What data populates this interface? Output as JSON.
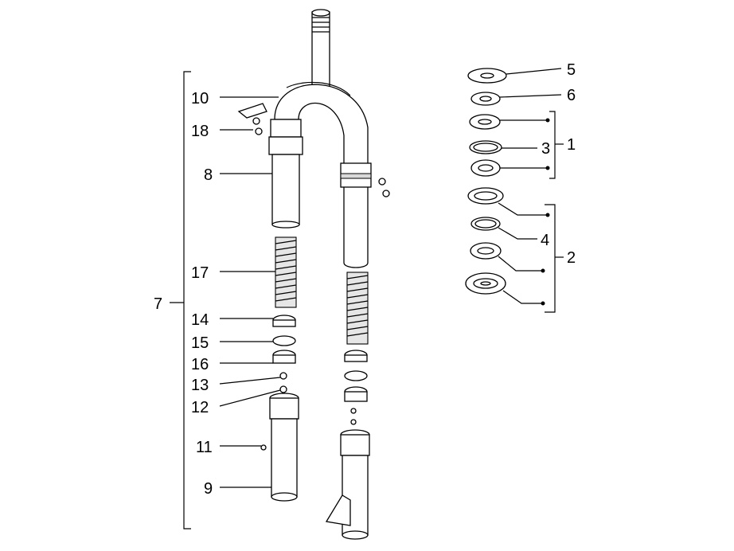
{
  "diagram": {
    "callouts": [
      {
        "id": "c5",
        "text": "5"
      },
      {
        "id": "c6",
        "text": "6"
      },
      {
        "id": "c3",
        "text": "3"
      },
      {
        "id": "c1",
        "text": "1"
      },
      {
        "id": "c4",
        "text": "4"
      },
      {
        "id": "c2",
        "text": "2"
      },
      {
        "id": "c10",
        "text": "10"
      },
      {
        "id": "c18",
        "text": "18"
      },
      {
        "id": "c8",
        "text": "8"
      },
      {
        "id": "c17",
        "text": "17"
      },
      {
        "id": "c7",
        "text": "7"
      },
      {
        "id": "c14",
        "text": "14"
      },
      {
        "id": "c15",
        "text": "15"
      },
      {
        "id": "c16",
        "text": "16"
      },
      {
        "id": "c13",
        "text": "13"
      },
      {
        "id": "c12",
        "text": "12"
      },
      {
        "id": "c11",
        "text": "11"
      },
      {
        "id": "c9",
        "text": "9"
      }
    ]
  }
}
